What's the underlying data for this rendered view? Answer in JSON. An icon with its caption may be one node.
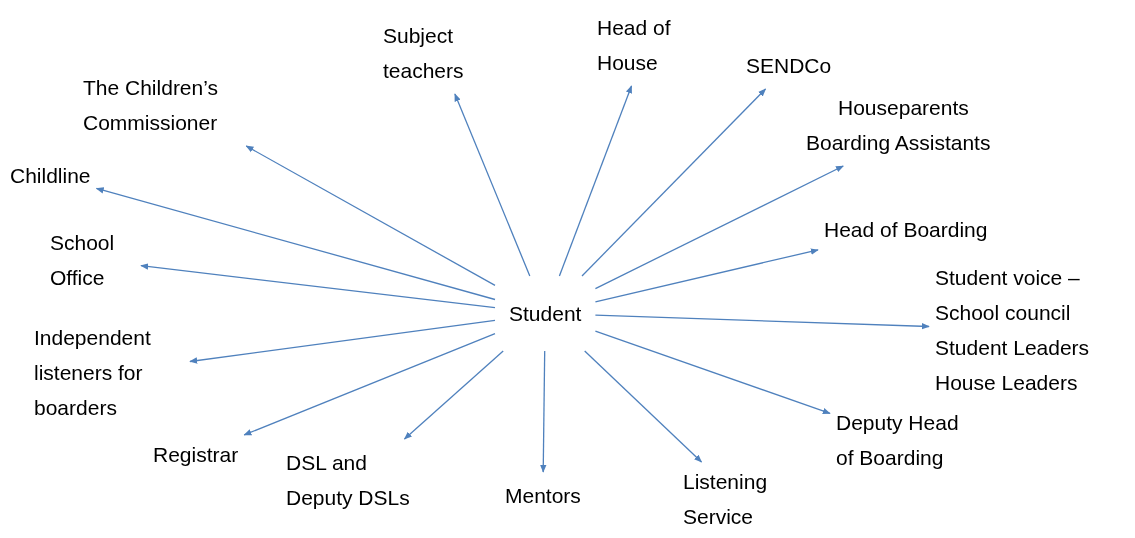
{
  "diagram": {
    "nodes": [
      {
        "text": [
          "Student"
        ]
      },
      {
        "text": [
          "The Children’s Commissioner"
        ]
      },
      {
        "text": [
          "Subject teachers"
        ]
      },
      {
        "text": [
          "Head of House"
        ]
      },
      {
        "text": [
          "SENDCo"
        ]
      },
      {
        "text": [
          "Houseparents Boarding Assistants"
        ]
      },
      {
        "text": [
          "Head of Boarding"
        ]
      },
      {
        "text": [
          "Student voice – School council Student Leaders House Leaders"
        ]
      },
      {
        "text": [
          "Deputy Head of Boarding"
        ]
      },
      {
        "text": [
          "Listening Service"
        ]
      },
      {
        "text": [
          "Mentors"
        ]
      },
      {
        "text": [
          "DSL and Deputy DSLs"
        ]
      },
      {
        "text": [
          "Registrar"
        ]
      },
      {
        "text": [
          "Independent listeners for boarders"
        ]
      },
      {
        "text": [
          "School Office"
        ]
      },
      {
        "text": [
          "Childline"
        ]
      }
    ],
    "edges": [
      {
        "from": 0,
        "to": 1,
        "arrow": "to"
      },
      {
        "from": 0,
        "to": 2,
        "arrow": "to"
      },
      {
        "from": 0,
        "to": 3,
        "arrow": "to"
      },
      {
        "from": 0,
        "to": 4,
        "arrow": "to"
      },
      {
        "from": 0,
        "to": 5,
        "arrow": "to"
      },
      {
        "from": 0,
        "to": 6,
        "arrow": "to"
      },
      {
        "from": 0,
        "to": 7,
        "arrow": "to"
      },
      {
        "from": 0,
        "to": 8,
        "arrow": "to"
      },
      {
        "from": 0,
        "to": 9,
        "arrow": "to"
      },
      {
        "from": 0,
        "to": 10,
        "arrow": "to"
      },
      {
        "from": 0,
        "to": 11,
        "arrow": "to"
      },
      {
        "from": 0,
        "to": 12,
        "arrow": "to"
      },
      {
        "from": 0,
        "to": 13,
        "arrow": "to"
      },
      {
        "from": 0,
        "to": 14,
        "arrow": "to"
      },
      {
        "from": 0,
        "to": 15,
        "arrow": "to"
      }
    ]
  }
}
